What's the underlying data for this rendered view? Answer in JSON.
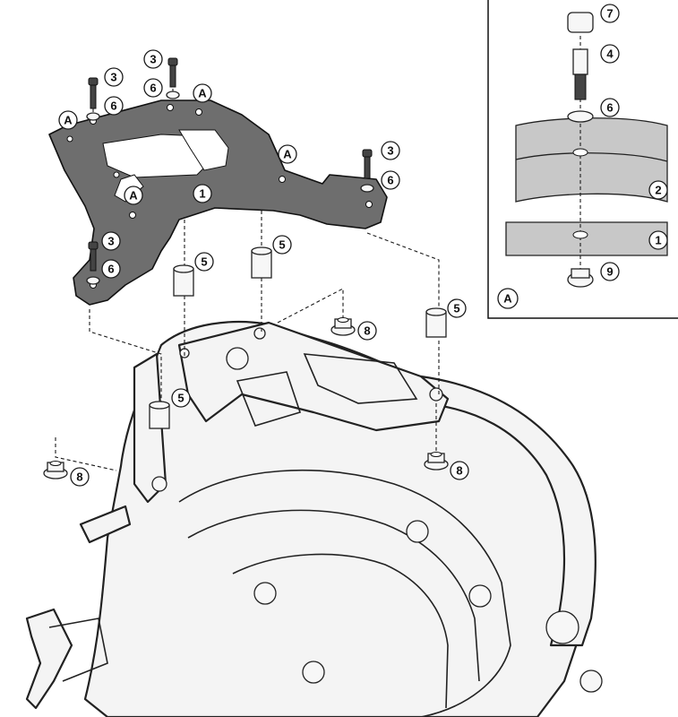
{
  "callouts": {
    "plate": "1",
    "frame": "2",
    "bolt": "3",
    "bolt_detail": "4",
    "spacer": "5",
    "washer": "6",
    "cap": "7",
    "nut": "8",
    "nut_detail": "9",
    "point": "A"
  },
  "inset": {
    "label": "A"
  },
  "colors": {
    "plate": "#6e6e6e",
    "frame_fill": "#f4f4f4",
    "inset_panel": "#c8c8c8"
  }
}
